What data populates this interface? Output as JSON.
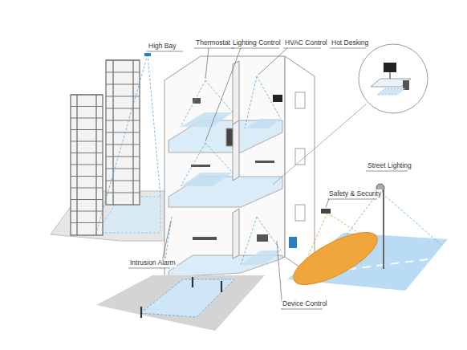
{
  "diagram": {
    "labels": [
      "High Bay",
      "Thermostat",
      "Lighting Control",
      "HVAC Control",
      "Hot Desking",
      "Street Lighting",
      "Safety & Security",
      "Intrusion Alarm",
      "Device Control"
    ]
  }
}
